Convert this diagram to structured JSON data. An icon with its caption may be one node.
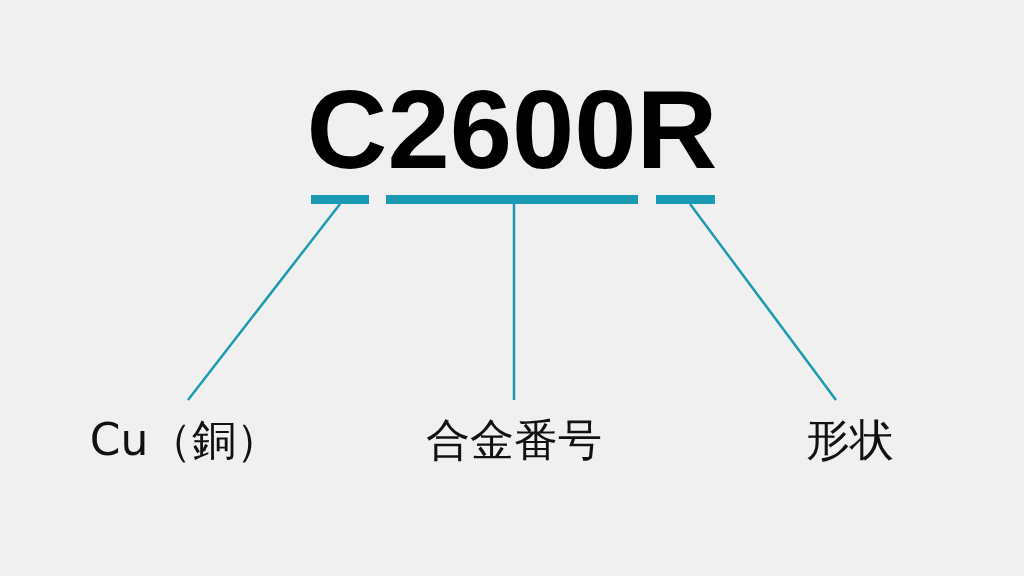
{
  "diagram": {
    "title": "C2600R",
    "nodes": [
      {
        "text": [],
        "shape": "bar"
      },
      {
        "text": [],
        "shape": "bar"
      },
      {
        "text": [],
        "shape": "bar"
      },
      {
        "text": [
          "Cu（銅）"
        ]
      },
      {
        "text": [
          "合金番号"
        ]
      },
      {
        "text": [
          "形状"
        ]
      }
    ],
    "edges": [
      {
        "from": 3,
        "to": 0,
        "arrow": "none"
      },
      {
        "from": 4,
        "to": 1,
        "arrow": "none"
      },
      {
        "from": 5,
        "to": 2,
        "arrow": "none"
      }
    ]
  }
}
